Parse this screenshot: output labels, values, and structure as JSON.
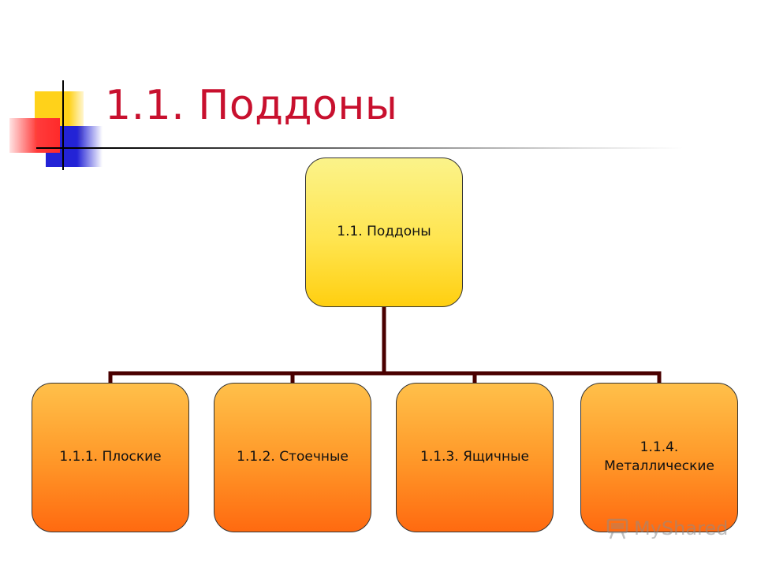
{
  "slide": {
    "title": "1.1. Поддоны"
  },
  "diagram": {
    "root": {
      "label": "1.1. Поддоны"
    },
    "children": [
      {
        "label": "1.1.1. Плоские"
      },
      {
        "label": "1.1.2. Стоечные"
      },
      {
        "label": "1.1.3. Ящичные"
      },
      {
        "label": "1.1.4. Металлические"
      }
    ]
  },
  "colors": {
    "title": "#c8102e",
    "connector": "#4a0000",
    "root_fill": "#ffe550",
    "child_fill": "#ff8c1a"
  },
  "watermark": {
    "text": "MyShared",
    "icon": "screen-icon"
  }
}
